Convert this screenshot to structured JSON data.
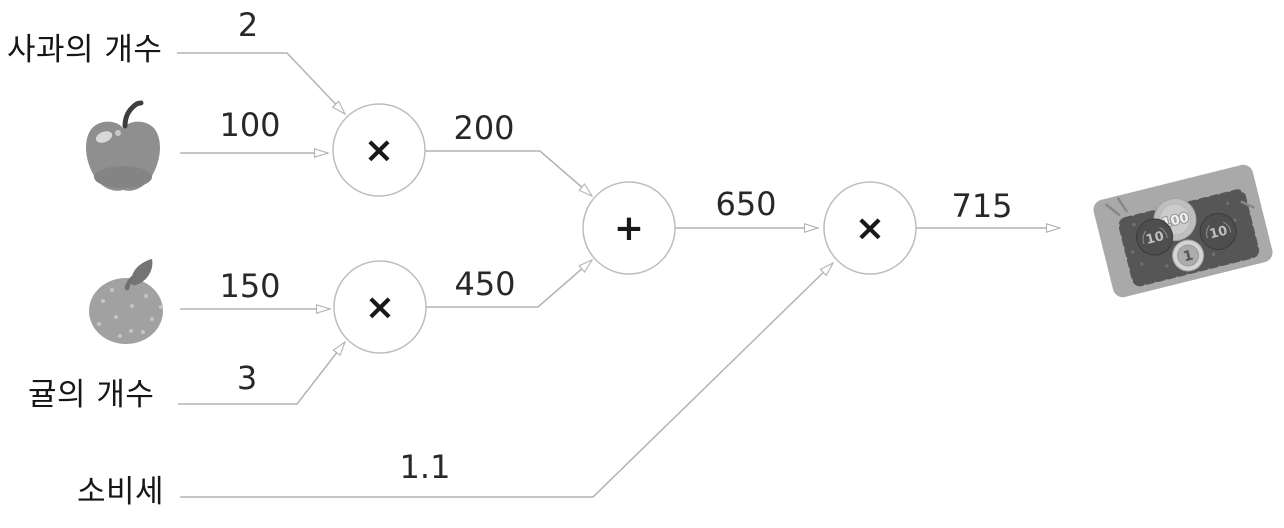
{
  "figure": {
    "title_semantic": "shopping computational graph",
    "labels": {
      "apple_count": "사과의 개수",
      "tangerine_count": "귤의 개수",
      "tax": "소비세"
    },
    "values": {
      "apple_count": "2",
      "apple_price": "100",
      "apple_total": "200",
      "tangerine_price": "150",
      "tangerine_count": "3",
      "tangerine_total": "450",
      "subtotal": "650",
      "tax_rate": "1.1",
      "total": "715"
    },
    "nodes": {
      "apple_multiply": "×",
      "tangerine_multiply": "×",
      "add": "+",
      "tax_multiply": "×"
    },
    "money": {
      "coin_100": "100",
      "coin_10_left": "10",
      "coin_10_right": "10",
      "coin_1": "1"
    },
    "colors": {
      "background": "#ffffff",
      "edge_line": "#b3b3b3",
      "node_stroke": "#bdbdbd",
      "text": "#282828",
      "korean_text": "#161616",
      "operator": "#191919",
      "apple_body": "#8f8f8f",
      "tangerine_body": "#a1a1a1",
      "tray": "#a9a9a9",
      "tray_mat": "#565656"
    }
  }
}
